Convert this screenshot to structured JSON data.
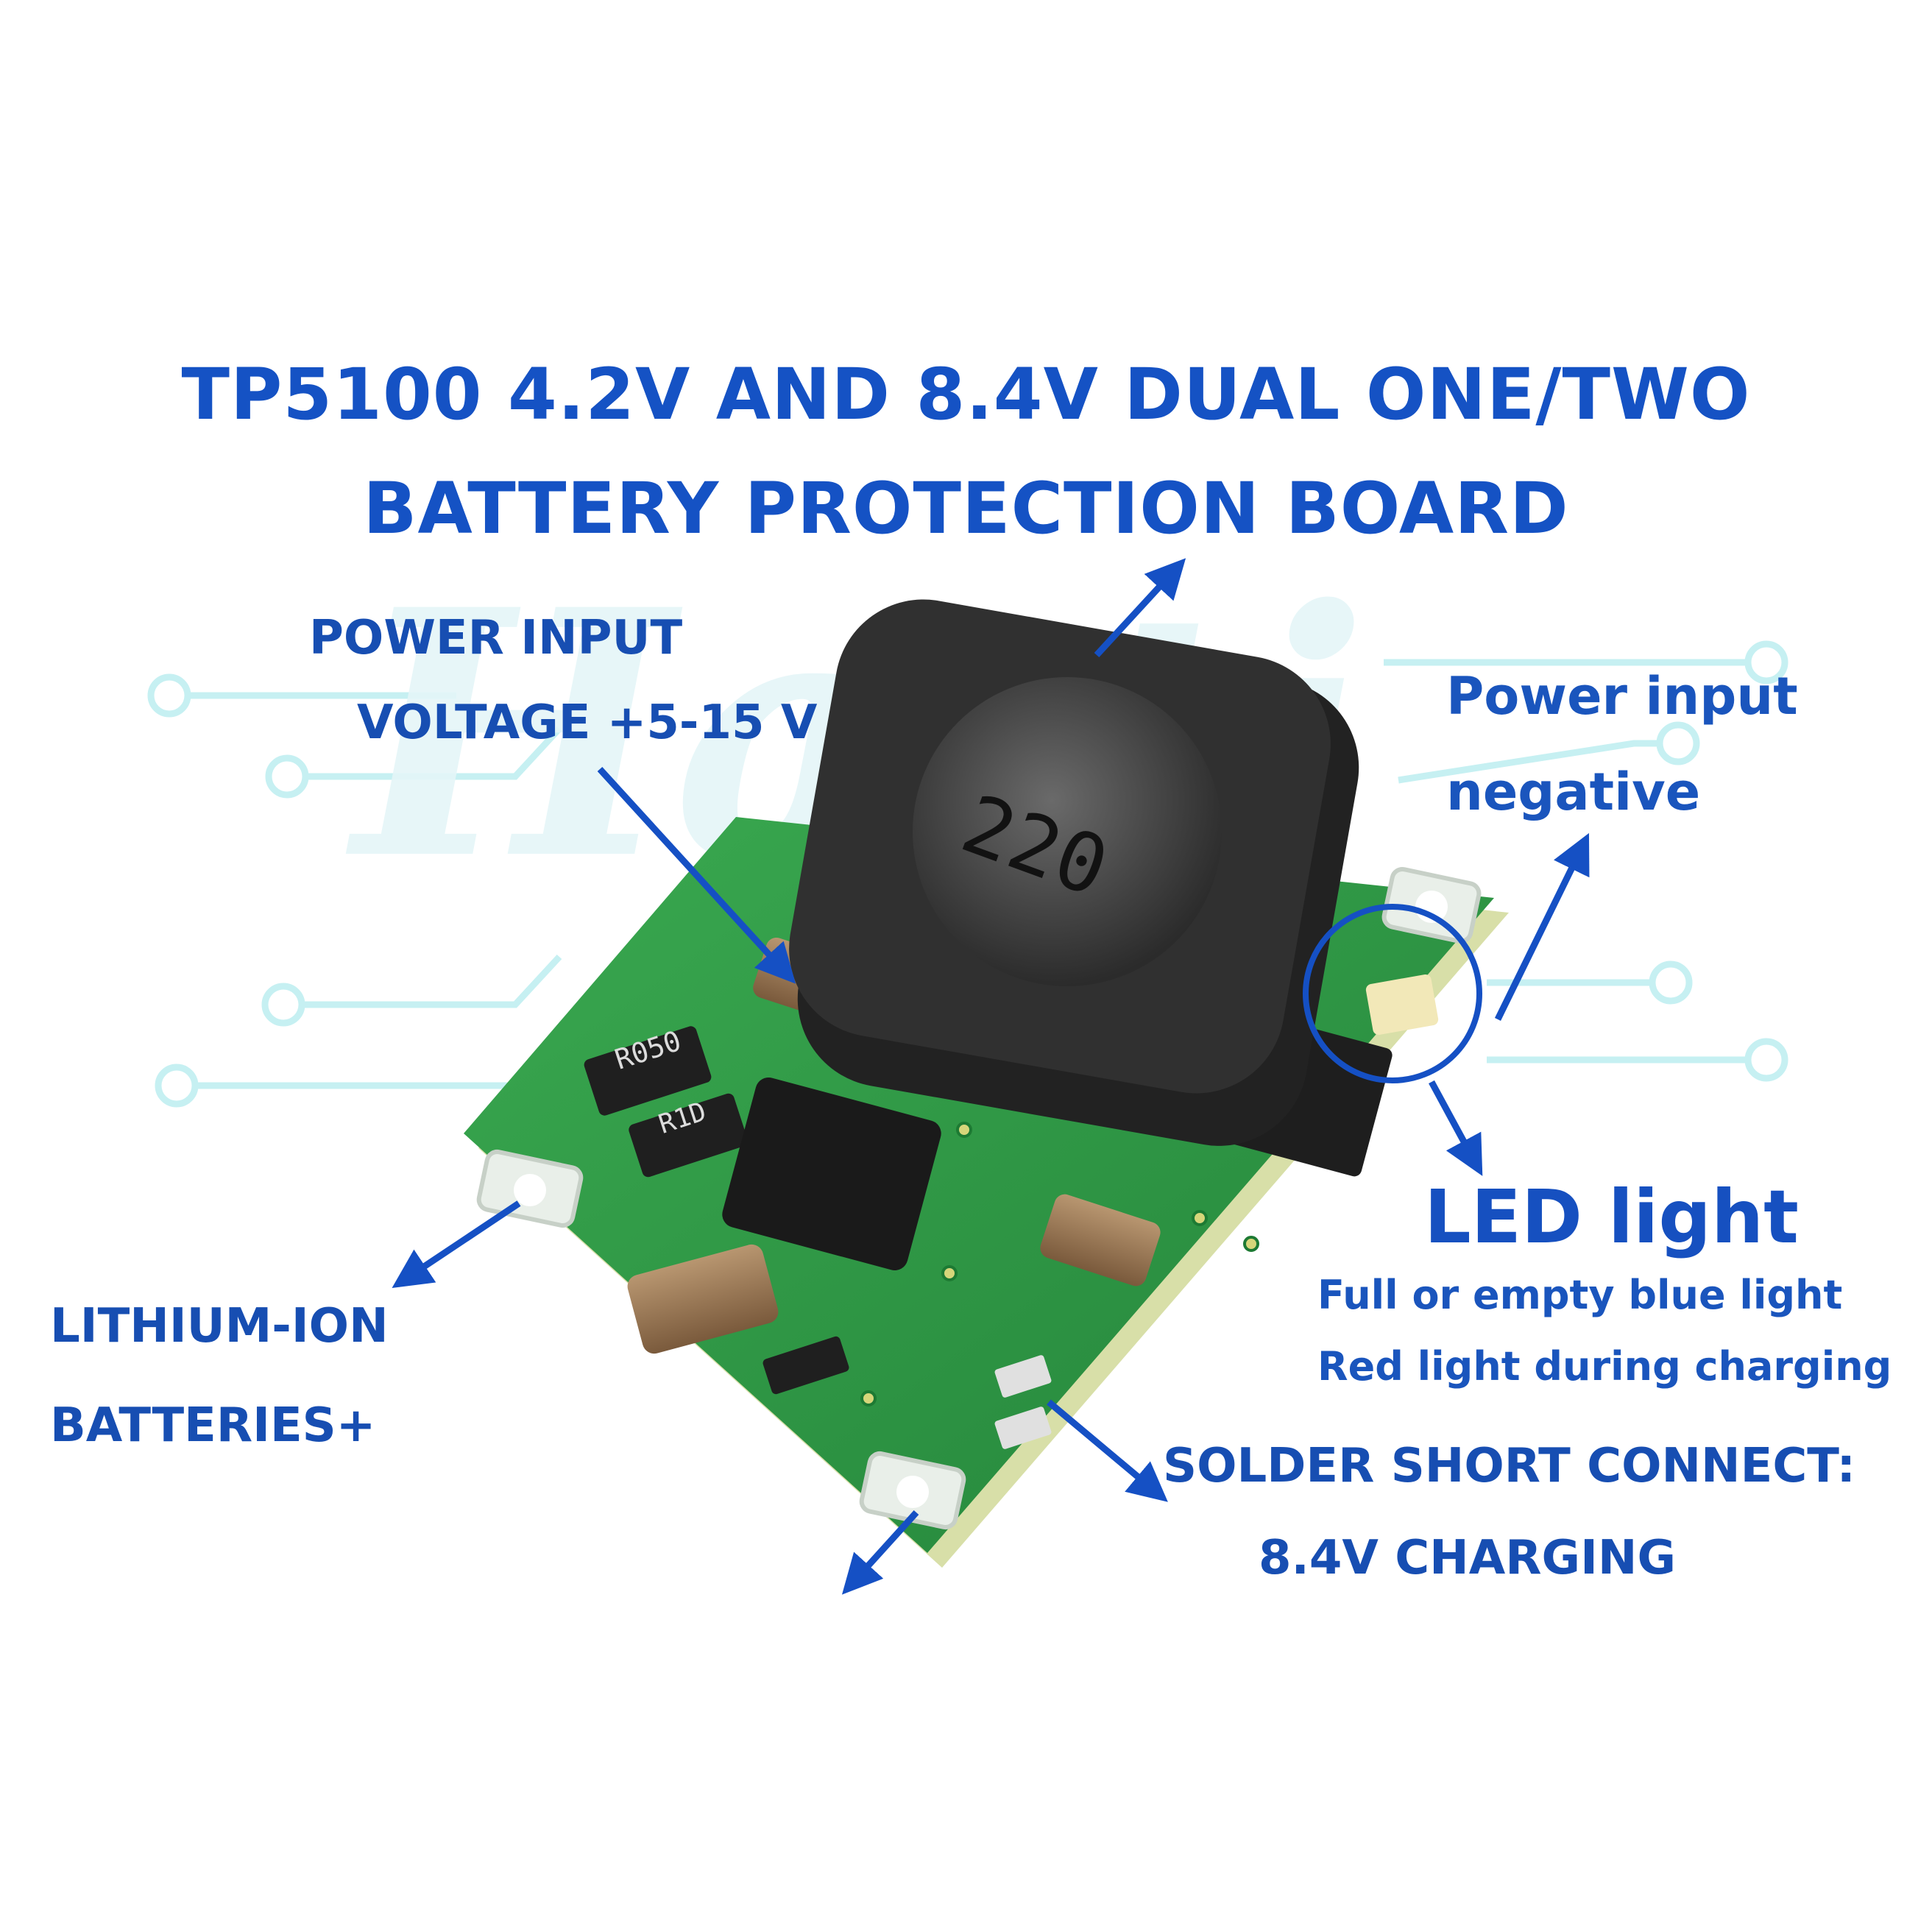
{
  "title": {
    "line1": "TP5100 4.2V AND 8.4V DUAL ONE/TWO",
    "line2": "BATTERY PROTECTION BOARD"
  },
  "watermark": "Hasti",
  "labels": {
    "power_input_positive": {
      "line1": "POWER INPUT",
      "line2": "VOLTAGE +5-15 V"
    },
    "power_input_negative": {
      "line1": "Power input",
      "line2": "negative"
    },
    "led": {
      "heading": "LED light",
      "line1": "Full or empty blue light",
      "line2": "Red light during charging"
    },
    "battery_positive": {
      "line1": "LITHIUM-ION",
      "line2": "BATTERIES+"
    },
    "solder_short": {
      "line1": "SOLDER SHORT CONNECT:",
      "line2": "8.4V CHARGING"
    }
  },
  "components": {
    "inductor_marking": "220",
    "resistor1_marking": "R050",
    "resistor2_marking": "R1D"
  },
  "colors": {
    "text_blue": "#174eb2",
    "arrow_blue": "#1550c4",
    "pcb_green": "#2f9a45",
    "circuit_cyan": "#c6f0f2"
  }
}
